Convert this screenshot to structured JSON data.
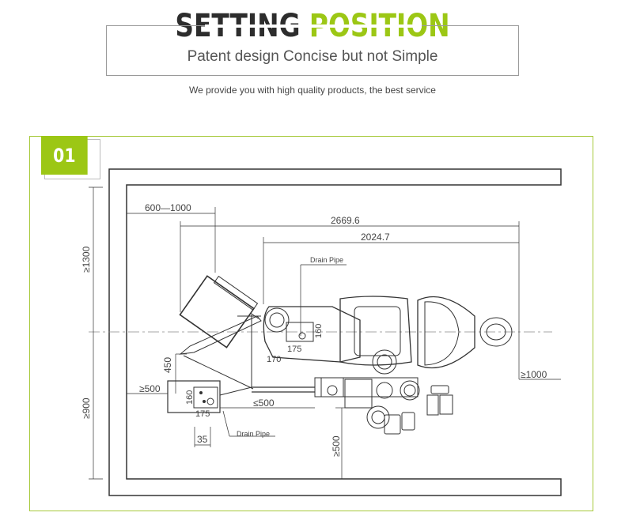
{
  "header": {
    "title_part1": "SETTING",
    "title_part2": "POSITION",
    "subtitle": "Patent  design Concise but not Simple",
    "tagline": "We provide you with high quality products, the best service",
    "title_color_dark": "#2d2d2d",
    "title_color_accent": "#9cc715"
  },
  "section": {
    "badge": "01",
    "accent_color": "#9cc715"
  },
  "drawing": {
    "dim_600_1000": "600—1000",
    "dim_2669": "2669.6",
    "dim_2024": "2024.7",
    "dim_1300": "≥1300",
    "dim_900": "≥900",
    "dim_1000": "≥1000",
    "dim_500_left": "≥500",
    "dim_500_mid": "≤500",
    "dim_500_bottom": "≥500",
    "dim_450": "450",
    "dim_170": "170",
    "dim_160_top": "160",
    "dim_175_top": "175",
    "dim_160_bottom": "160",
    "dim_175_bottom": "175",
    "dim_35": "35",
    "drain_pipe_top": "Drain Pipe",
    "drain_pipe_bottom": "Drain Pipe"
  }
}
